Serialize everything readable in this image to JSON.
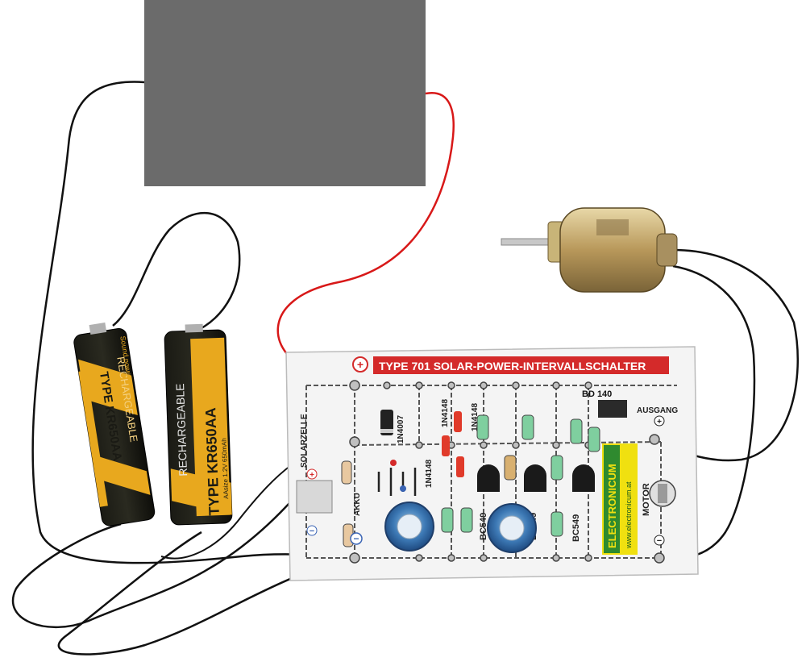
{
  "board": {
    "title": "TYPE 701  SOLAR-POWER-INTERVALLSCHALTER",
    "plus_symbol": "+",
    "minus_symbol": "−",
    "solarzelle": "SOLARZELLE",
    "akku": "AKKU",
    "motor": "MOTOR",
    "ausgang": "AUSGANG",
    "bd140": "BD 140",
    "brand": "ELECTRONICUM",
    "url": "www.electronicum.at",
    "diode_1n4007": "1N4007",
    "diode_1n4148_a": "1N4148",
    "diode_1n4148_b": "1N4148",
    "diode_1n4148_c": "1N4148",
    "transistor_a": "BC549",
    "transistor_b": "BC549",
    "transistor_c": "BC549"
  },
  "battery_left": {
    "line1": "RECHARGEABLE",
    "line2": "TYPE KR650AA",
    "brand": "Sound power"
  },
  "battery_right": {
    "line1": "RECHARGEABLE",
    "line2": "TYPE KR650AA",
    "spec": "AAsize 1.2V 650mAh"
  },
  "colors": {
    "board_bg": "#f4f4f4",
    "title_red": "#d42a2a",
    "wire_red": "#d81818",
    "wire_black": "#111111",
    "battery_yellow": "#e8a81e",
    "brand_green": "#2f8a2f",
    "brand_yellow": "#f0e010",
    "redacted_box": "#6b6b6b",
    "motor_gold": "#c8a860",
    "capacitor_blue": "#3c78b4"
  }
}
